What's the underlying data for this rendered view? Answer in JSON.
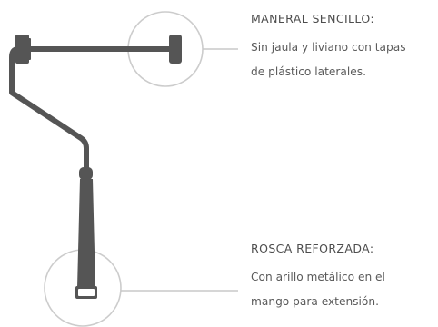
{
  "callouts": [
    {
      "title": "MANERAL SENCILLO:",
      "lines": [
        "Sin jaula y liviano con tapas",
        "de plástico laterales."
      ]
    },
    {
      "title": "ROSCA REFORZADA:",
      "lines": [
        "Con arillo metálico en el",
        "mango para extensión."
      ]
    }
  ],
  "colors": {
    "roller": "#555555",
    "callout_line": "#c8c8c8",
    "text": "#5a5a5a"
  }
}
